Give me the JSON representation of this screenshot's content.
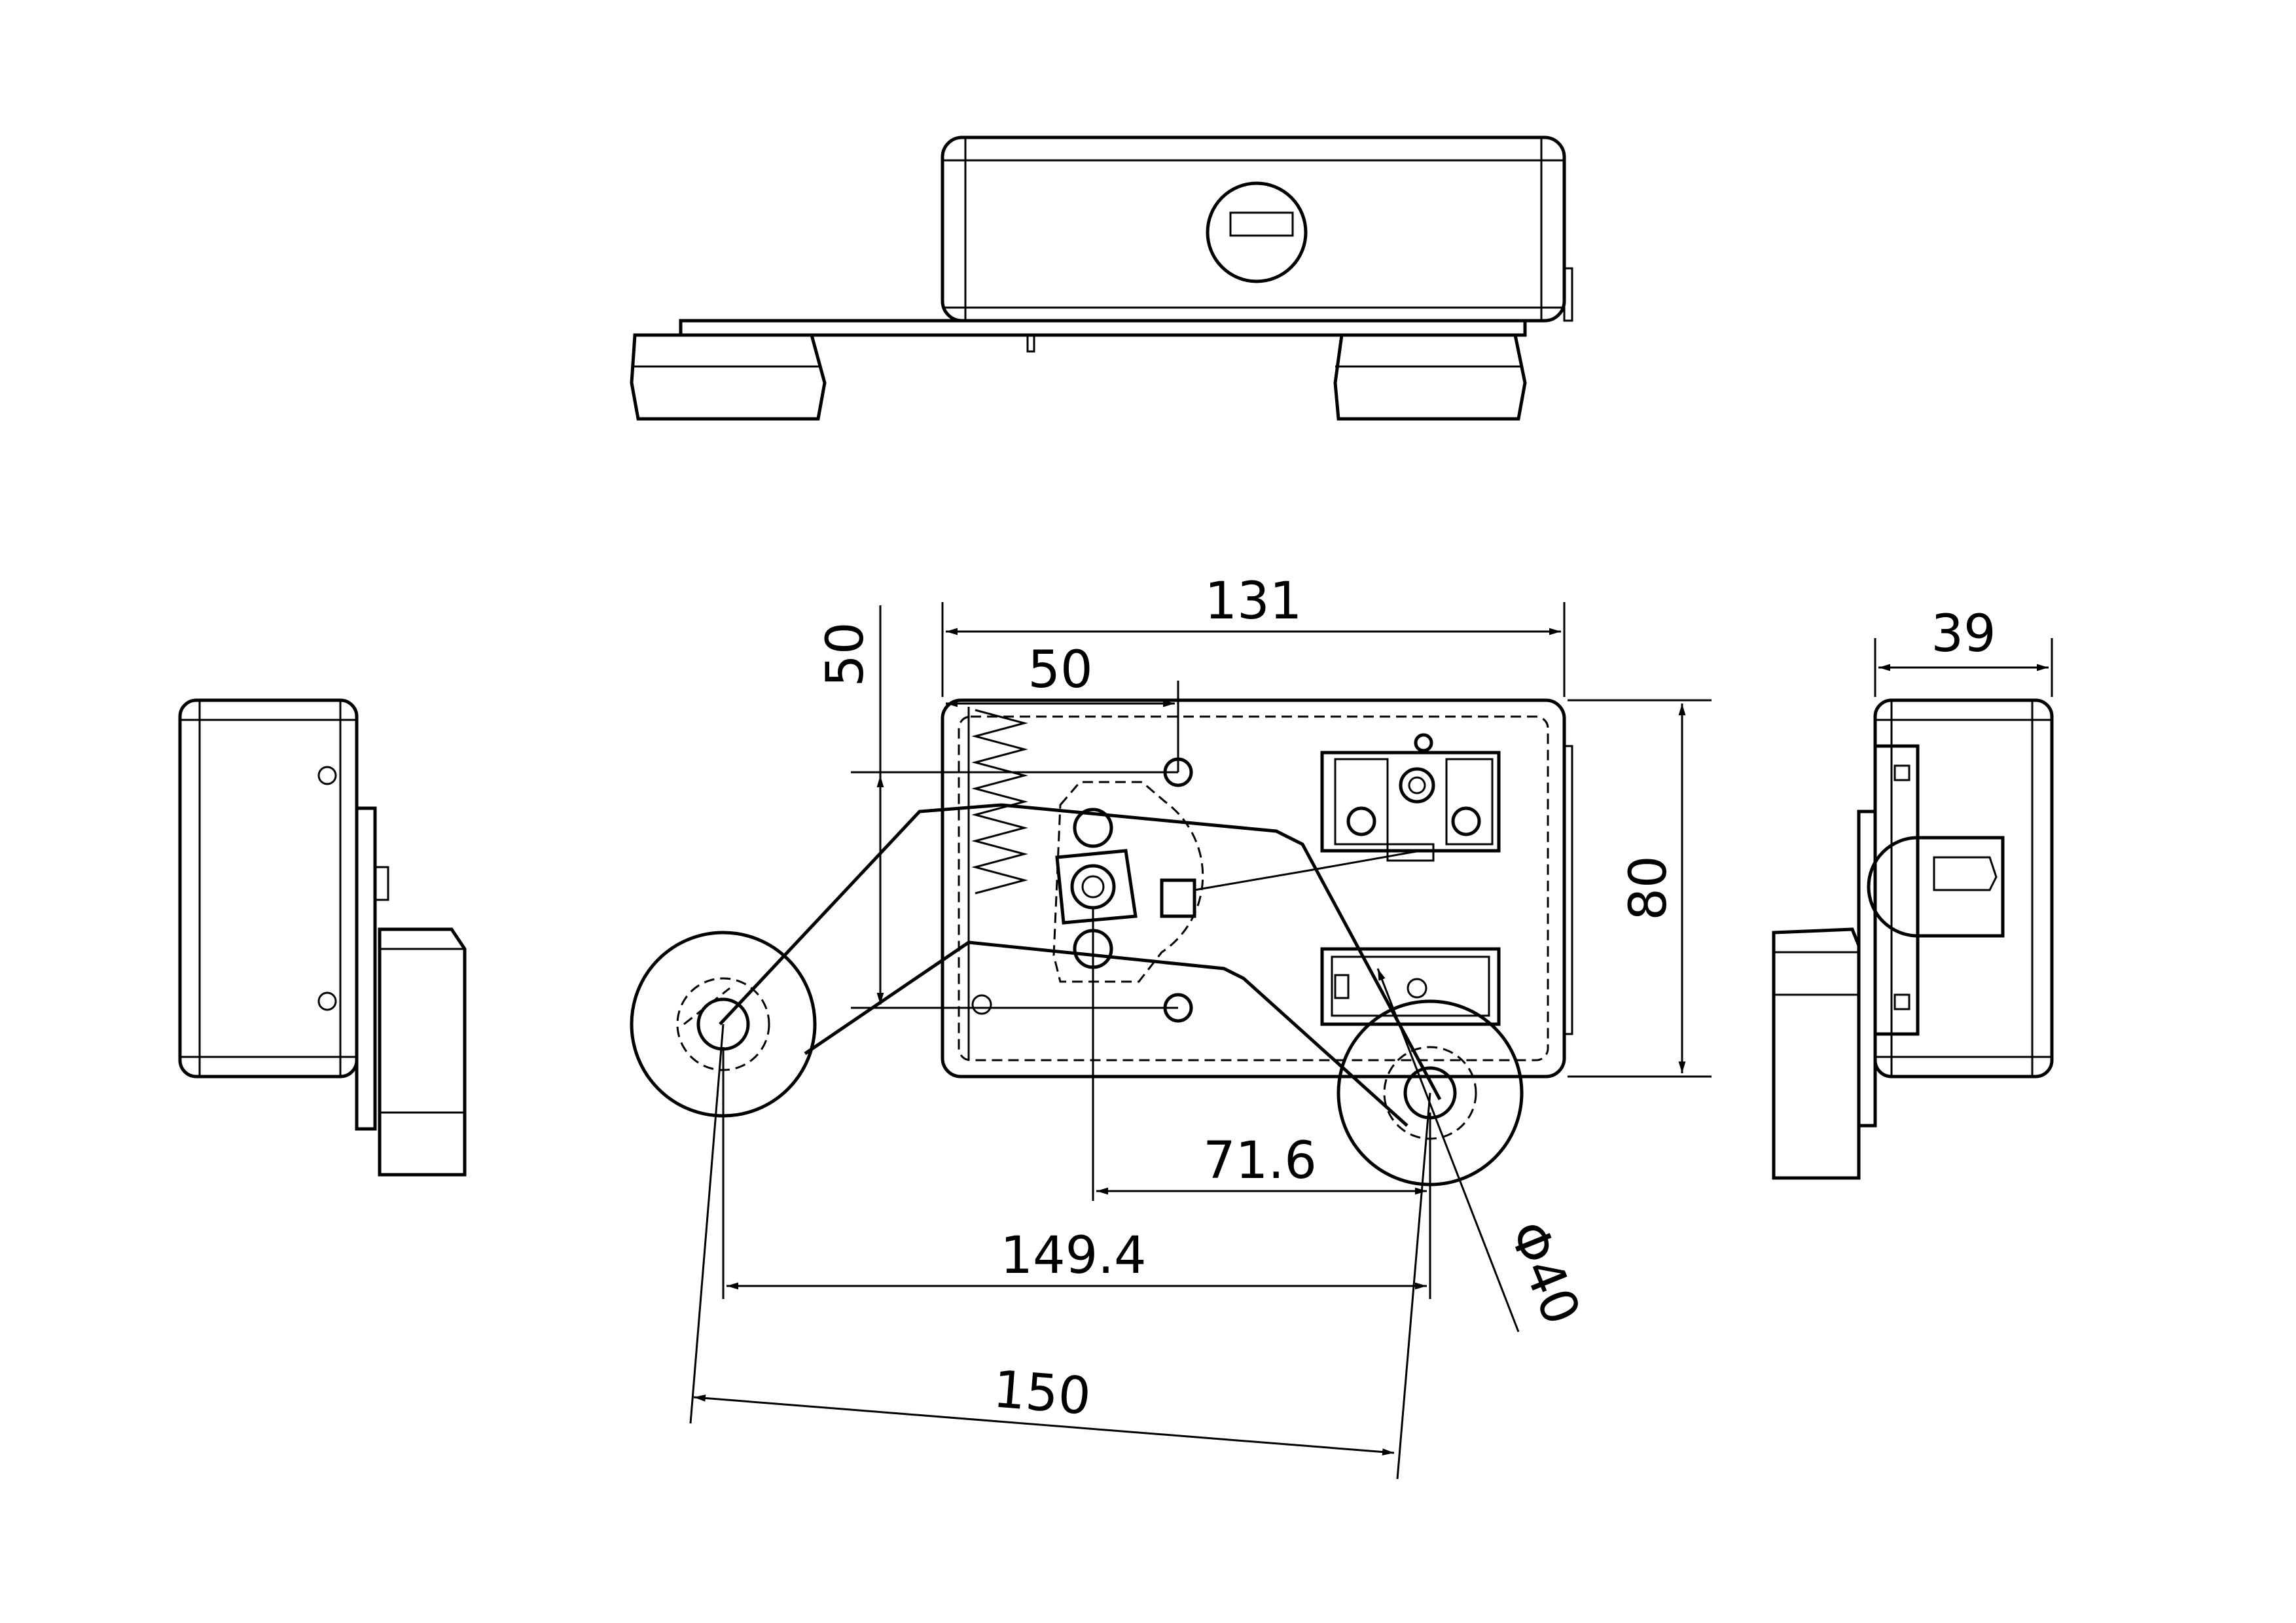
{
  "dimensions": {
    "width_131": "131",
    "offset_50_horizontal": "50",
    "offset_50_vertical": "50",
    "height_80": "80",
    "depth_39": "39",
    "distance_71_6": "71.6",
    "distance_149_4": "149.4",
    "arm_150": "150",
    "roller_dia": "Φ40"
  }
}
